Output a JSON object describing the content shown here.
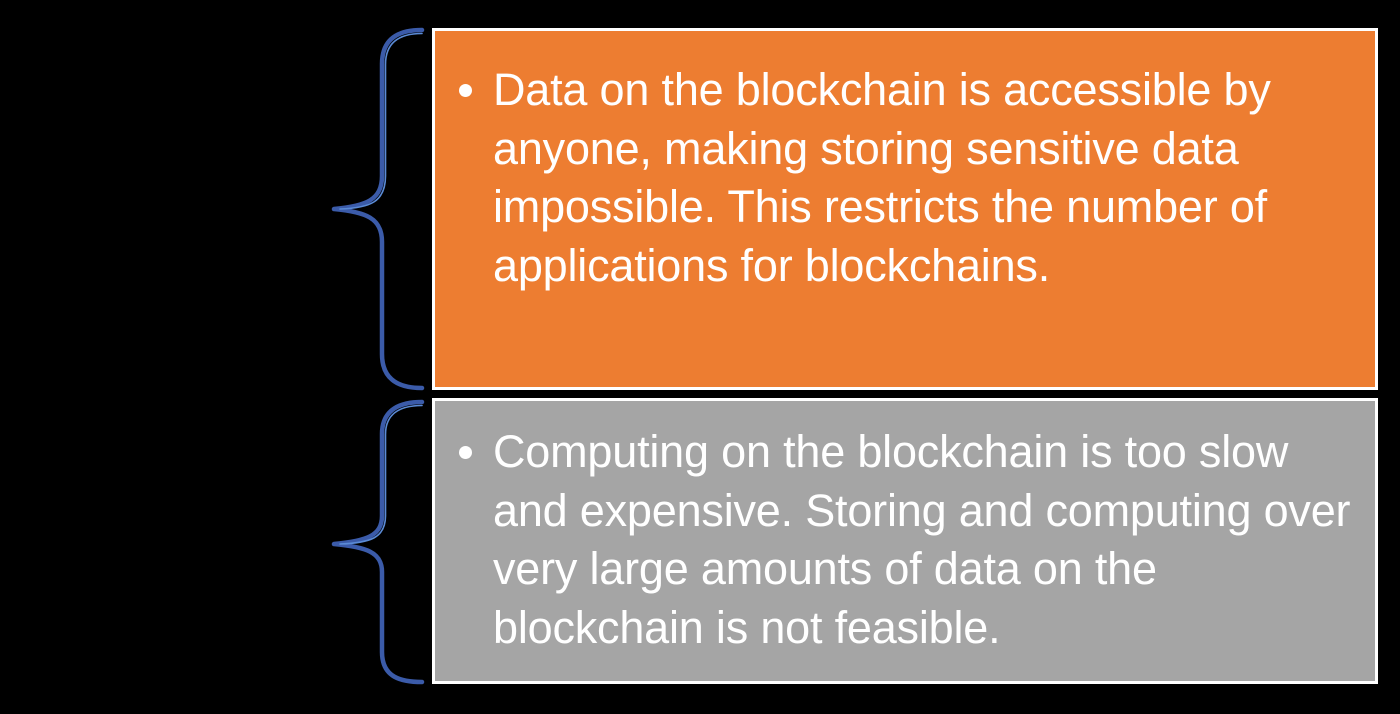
{
  "slide": {
    "background_color": "#000000",
    "title": "",
    "callouts": [
      {
        "id": "orange",
        "fill_color": "#ED7D31",
        "border_color": "#FFFFFF",
        "text_color": "#FFFFFF",
        "brace_color": "#3B5BA9",
        "bullets": [
          "Data on the blockchain is accessible by anyone, making storing sensitive data impossible. This restricts the number of applications for blockchains."
        ]
      },
      {
        "id": "gray",
        "fill_color": "#A5A5A5",
        "border_color": "#FFFFFF",
        "text_color": "#FFFFFF",
        "brace_color": "#3B5BA9",
        "bullets": [
          "Computing on the blockchain is too slow and expensive. Storing and computing over very large amounts of data on the blockchain is not feasible."
        ]
      }
    ]
  }
}
